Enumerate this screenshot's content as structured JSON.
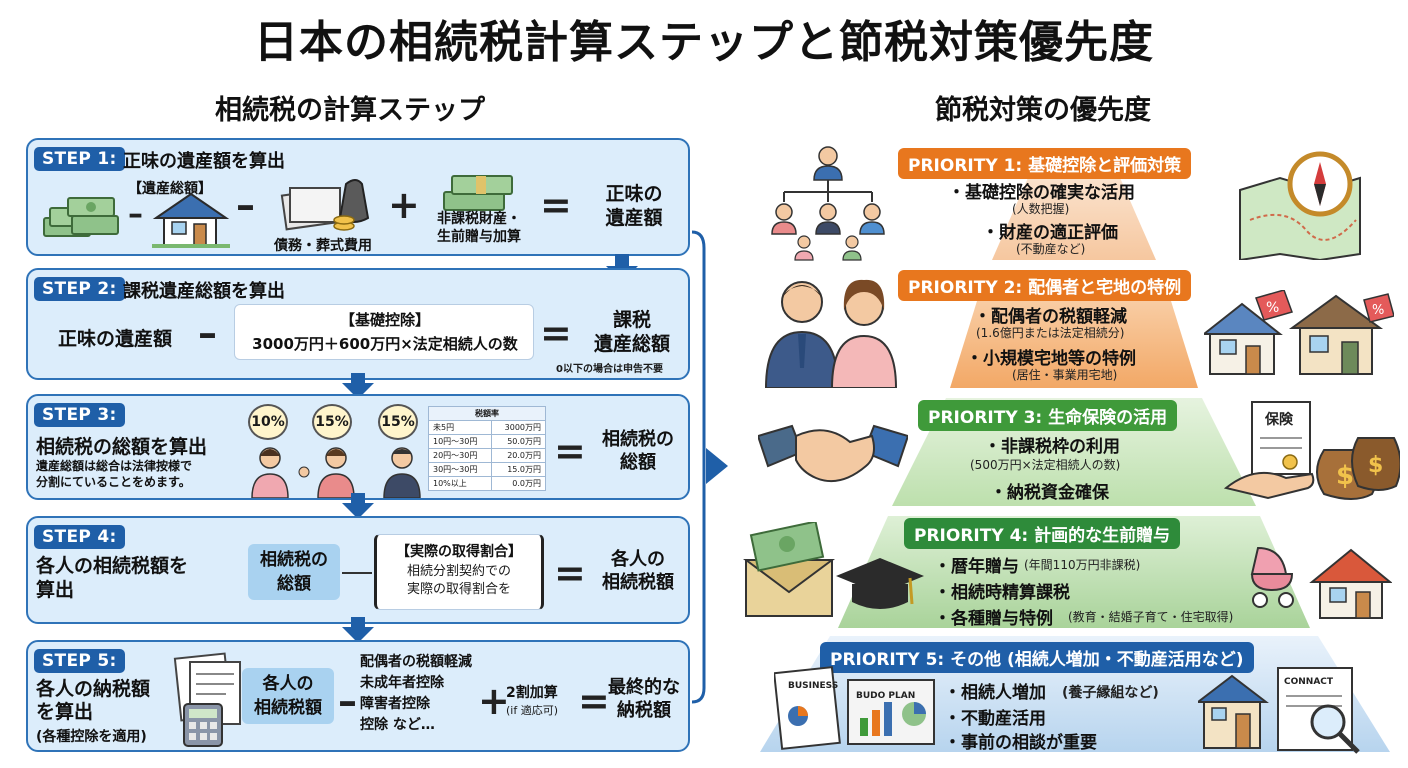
{
  "title": "日本の相続税計算ステップと節税対策優先度",
  "left_heading": "相続税の計算ステップ",
  "right_heading": "節税対策の優先度",
  "steps": [
    {
      "label": "STEP 1:",
      "heading": "正味の遺産額を算出",
      "assets_label": "【遺産総額】",
      "debts_label": "債務・葬式費用",
      "exempt_label": "非課税財産・\n生前贈与加算",
      "result": "正味の\n遺産額"
    },
    {
      "label": "STEP 2:",
      "heading": "課税遺産総額を算出",
      "left_term": "正味の遺産額",
      "box_title": "【基礎控除】",
      "box_formula": "3000万円＋600万円×法定相続人の数",
      "result": "課税\n遺産総額",
      "note": "0以下の場合は申告不要"
    },
    {
      "label": "STEP 3:",
      "heading": "相続税の総額を算出",
      "desc": "遺産総額は総合は法律按様で\n分割にていることをめます。",
      "bubbles": [
        "10%",
        "15%",
        "15%"
      ],
      "table_title": "税額率",
      "table_rows": [
        [
          "未5円",
          "3000万円"
        ],
        [
          "10円〜30円",
          "50.0万円"
        ],
        [
          "20円〜30円",
          "20.0万円"
        ],
        [
          "30円〜30円",
          "15.0万円"
        ],
        [
          "10%以上",
          "0.0万円"
        ]
      ],
      "result": "相続税の\n総額"
    },
    {
      "label": "STEP 4:",
      "heading": "各人の相続税額を\n算出",
      "term": "相続税の\n総額",
      "box_title": "【実際の取得割合】",
      "box_body": "相続分割契約での\n実際の取得割合を",
      "result": "各人の\n相続税額"
    },
    {
      "label": "STEP 5:",
      "heading": "各人の納税額\nを算出",
      "sub": "(各種控除を適用)",
      "term": "各人の\n相続税額",
      "deductions": "配偶者の税額軽減\n未成年者控除\n障害者控除\n控除 など…",
      "addition": "2割加算",
      "addition_note": "(if 適応可)",
      "result": "最終的な\n納税額"
    }
  ],
  "priorities": [
    {
      "label": "PRIORITY 1: 基礎控除と評価対策",
      "items": [
        "・基礎控除の確実な活用",
        "・財産の適正評価"
      ],
      "notes": [
        "(人数把握)",
        "(不動産など)"
      ],
      "color": "#e8771e"
    },
    {
      "label": "PRIORITY 2: 配偶者と宅地の特例",
      "items": [
        "・配偶者の税額軽減",
        "・小規模宅地等の特例"
      ],
      "notes": [
        "(1.6億円または法定相続分)",
        "(居住・事業用宅地)"
      ],
      "color": "#e8771e"
    },
    {
      "label": "PRIORITY 3: 生命保険の活用",
      "items": [
        "・非課税枠の利用",
        "・納税資金確保"
      ],
      "notes": [
        "(500万円×法定相続人の数)"
      ],
      "color": "#3f9a3a"
    },
    {
      "label": "PRIORITY 4: 計画的な生前贈与",
      "items": [
        "・暦年贈与",
        "・相続時精算課税",
        "・各種贈与特例"
      ],
      "notes": [
        "(年間110万円非課税)",
        "(教育・結婚子育て・住宅取得)"
      ],
      "color": "#2e8b3a"
    },
    {
      "label": "PRIORITY 5: その他 (相続人増加・不動産活用など)",
      "items": [
        "・相続人増加",
        "・不動産活用",
        "・事前の相談が重要"
      ],
      "notes": [
        "(養子縁組など)"
      ],
      "color": "#1f5fa8"
    }
  ],
  "icon_texts": {
    "insurance": "保険",
    "business": "BUSINESS",
    "board": "BUDO\nPLAN",
    "contract": "CONNACT",
    "percent": "%"
  },
  "colors": {
    "step_border": "#2f73b8",
    "step_fill": "#dcedfb",
    "step_label": "#1f5fa8"
  }
}
